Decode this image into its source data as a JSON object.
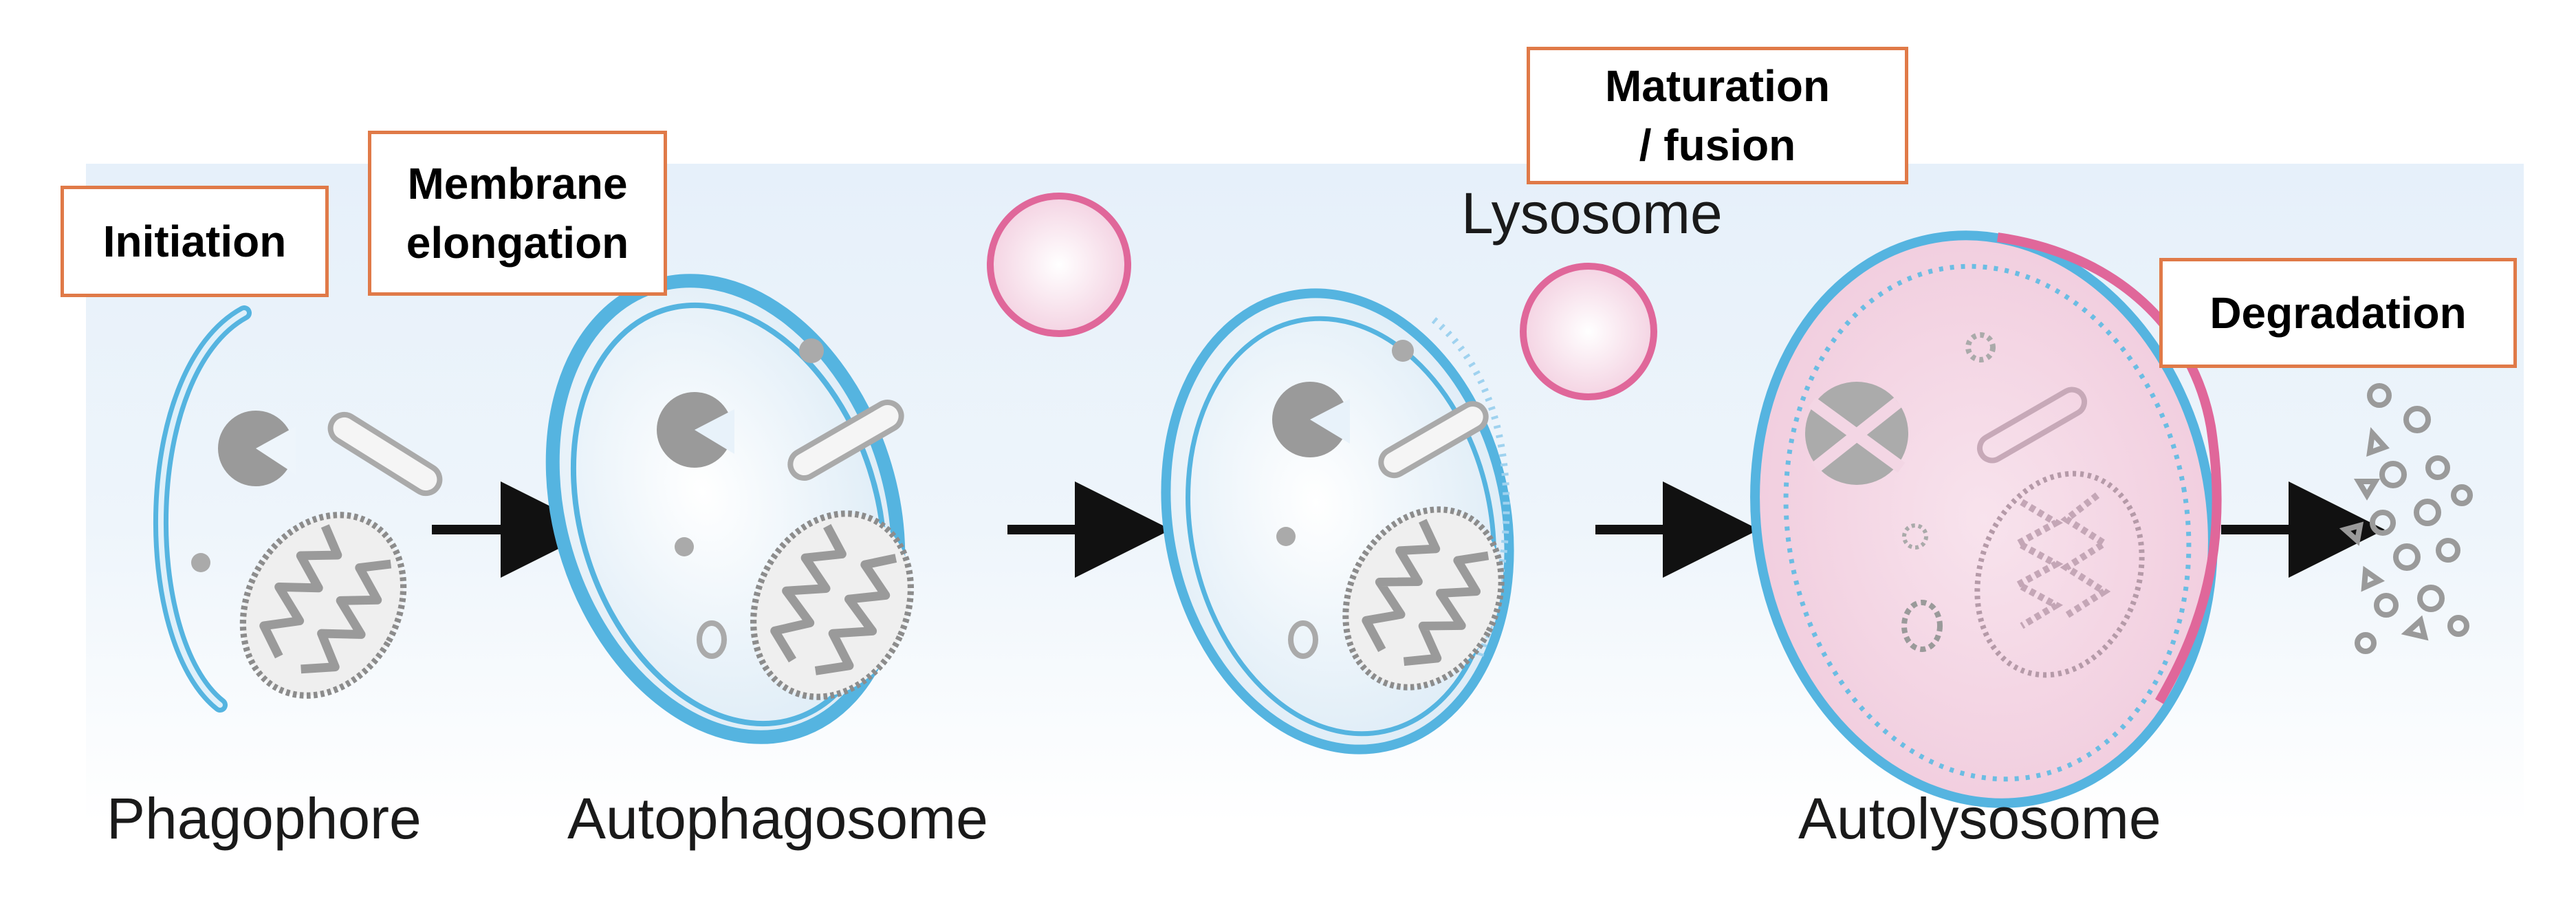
{
  "stage_labels": {
    "initiation": "Initiation",
    "membrane_elongation": [
      "Membrane",
      "elongation"
    ],
    "maturation_fusion": [
      "Maturation",
      "/ fusion"
    ],
    "degradation": "Degradation"
  },
  "structure_labels": {
    "phagophore": "Phagophore",
    "autophagosome": "Autophagosome",
    "lysosome": "Lysosome",
    "autolysosome": "Autolysosome"
  },
  "colors": {
    "band": "#eaf3fb",
    "membrane_blue": "#55b4e0",
    "lysosome_pink": "#e0679a",
    "lysosome_fill": "#f8dfeb",
    "organelle_gray": "#9a9a9a",
    "label_border": "#e07a48",
    "arrow": "#111111"
  }
}
